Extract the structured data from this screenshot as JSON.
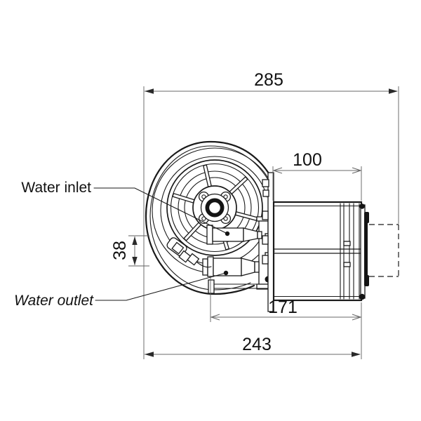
{
  "drawing": {
    "type": "technical-drawing",
    "component": "blower-with-motor-side-view",
    "labels": {
      "water_inlet": "Water inlet",
      "water_outlet": "Water outlet"
    },
    "dimensions": {
      "overall_width": "285",
      "motor_length": "100",
      "port_offset": "38",
      "body_length": "171",
      "housing_length": "243"
    },
    "colors": {
      "line": "#1a1a1a",
      "dimension_line": "#6a6a6a",
      "background": "#ffffff"
    }
  }
}
